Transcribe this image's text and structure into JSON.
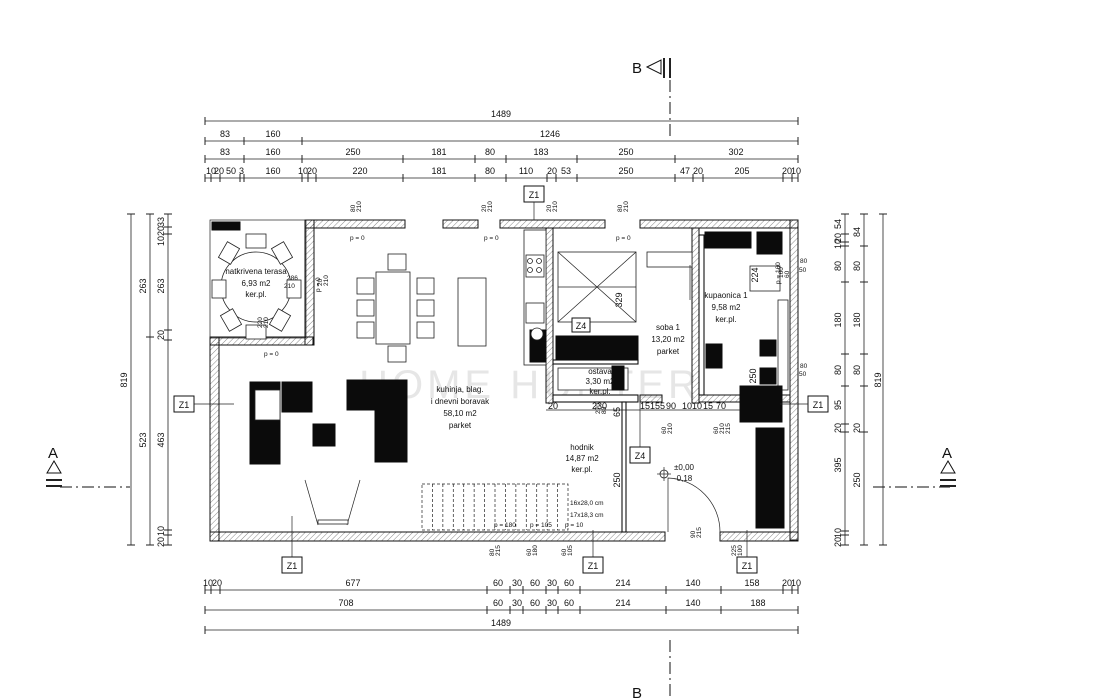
{
  "watermark": "HOME HUNTER",
  "section_labels": {
    "A": "A",
    "B": "B"
  },
  "wall_tags": {
    "Z1": "Z1",
    "Z4": "Z4"
  },
  "dims": {
    "top": {
      "row1": [
        "1489"
      ],
      "row2": [
        "83",
        "160",
        "1246"
      ],
      "row3": [
        "83",
        "160",
        "250",
        "181",
        "80",
        "183",
        "250",
        "302"
      ],
      "row4": [
        "10",
        "20",
        "50",
        "3",
        "160",
        "10",
        "20",
        "220",
        "181",
        "80",
        "110",
        "20",
        "53",
        "250",
        "47",
        "20",
        "205",
        "20",
        "10"
      ]
    },
    "bottom": {
      "row1": [
        "10",
        "20",
        "677",
        "60",
        "30",
        "60",
        "30",
        "60",
        "214",
        "140",
        "158",
        "20",
        "10"
      ],
      "row2": [
        "708",
        "60",
        "30",
        "60",
        "30",
        "60",
        "214",
        "140",
        "188"
      ],
      "row3": [
        "1489"
      ]
    },
    "left": {
      "outer": [
        "819"
      ],
      "mid": [
        "263",
        "523"
      ],
      "inner": [
        "33",
        "20",
        "10",
        "263",
        "20",
        "463",
        "10",
        "20"
      ]
    },
    "right": {
      "outer": [
        "819"
      ],
      "mid": [
        "54",
        "20",
        "10",
        "80",
        "180",
        "80",
        "95",
        "20",
        "395",
        "10",
        "20"
      ],
      "inner": [
        "84",
        "80",
        "180",
        "80",
        "20",
        "250"
      ]
    },
    "interior": {
      "kitchen_niche": [
        "329"
      ],
      "row_hall": [
        "20",
        "230",
        "15",
        "155",
        "90",
        "10",
        "10",
        "15",
        "70"
      ],
      "hall_v": [
        "65",
        "250"
      ],
      "bath_v": [
        "224",
        "250"
      ],
      "bath_h": [
        "80"
      ]
    }
  },
  "openings": [
    "80",
    "210",
    "20",
    "210",
    "80",
    "210",
    "20",
    "210",
    "20",
    "210",
    "286",
    "210",
    "220",
    "210",
    "80",
    "50",
    "80",
    "50",
    "60",
    "210",
    "60",
    "210",
    "90",
    "215",
    "80",
    "215",
    "60",
    "180",
    "60",
    "105",
    "160",
    "60",
    "225",
    "100",
    "270",
    "80",
    "215"
  ],
  "heights": {
    "p0": "p = 0",
    "p180": "p = 180",
    "p105": "p = 105",
    "p10": "p = 10",
    "p160": "p = 160",
    "stair1": "16x28,0 cm",
    "stair2": "17x18,3 cm"
  },
  "rooms": {
    "terrace": [
      "natkrivena terasa",
      "6,93 m2",
      "ker.pl."
    ],
    "living": [
      "kuhinja, blag.",
      "i dnevni boravak",
      "58,10 m2",
      "parket"
    ],
    "room1": [
      "soba 1",
      "13,20 m2",
      "parket"
    ],
    "storage": [
      "ostava",
      "3,30 m2",
      "ker.pl."
    ],
    "bath": [
      "kupaonica 1",
      "9,58 m2",
      "ker.pl."
    ],
    "hall": [
      "hodnik",
      "14,87 m2",
      "ker.pl."
    ]
  },
  "level": [
    "±0,00",
    "-0,18"
  ]
}
